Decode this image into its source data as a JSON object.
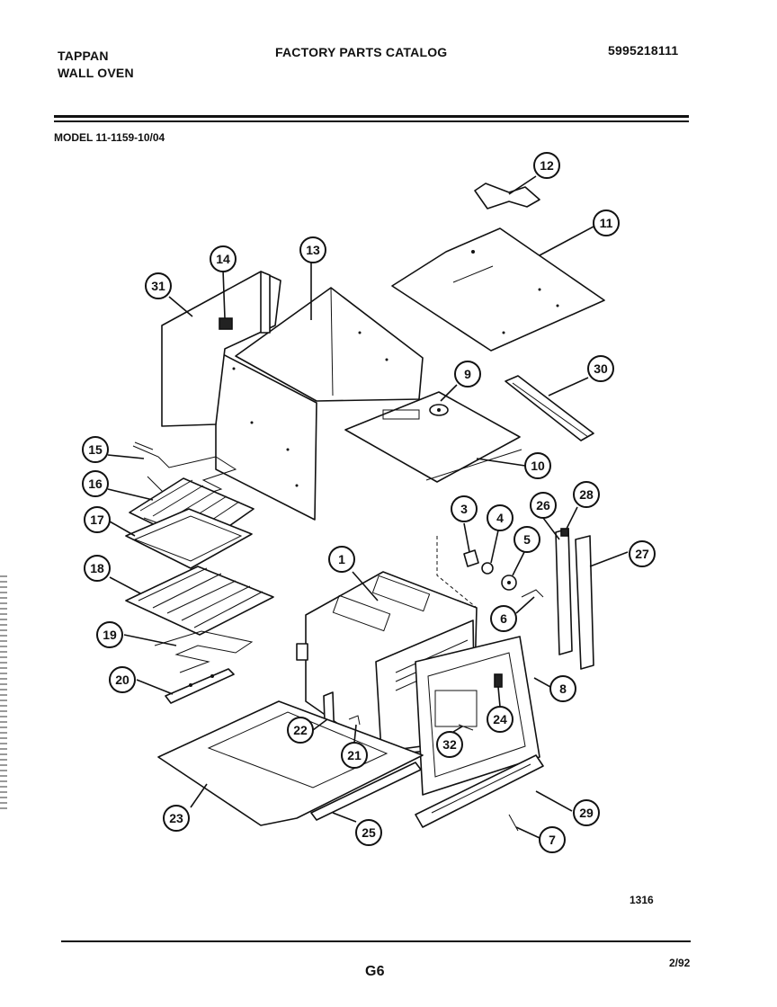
{
  "header": {
    "brand": "TAPPAN",
    "product": "WALL OVEN",
    "catalog_title": "FACTORY PARTS CATALOG",
    "catalog_number": "5995218111",
    "model": "MODEL 11-1159-10/04"
  },
  "diagram": {
    "figure_code": "1316",
    "callouts": [
      "1",
      "3",
      "4",
      "5",
      "6",
      "7",
      "8",
      "9",
      "10",
      "11",
      "12",
      "13",
      "14",
      "15",
      "16",
      "17",
      "18",
      "19",
      "20",
      "21",
      "22",
      "23",
      "24",
      "25",
      "26",
      "27",
      "28",
      "29",
      "30",
      "31",
      "32"
    ]
  },
  "footer": {
    "page": "G6",
    "date": "2/92"
  }
}
